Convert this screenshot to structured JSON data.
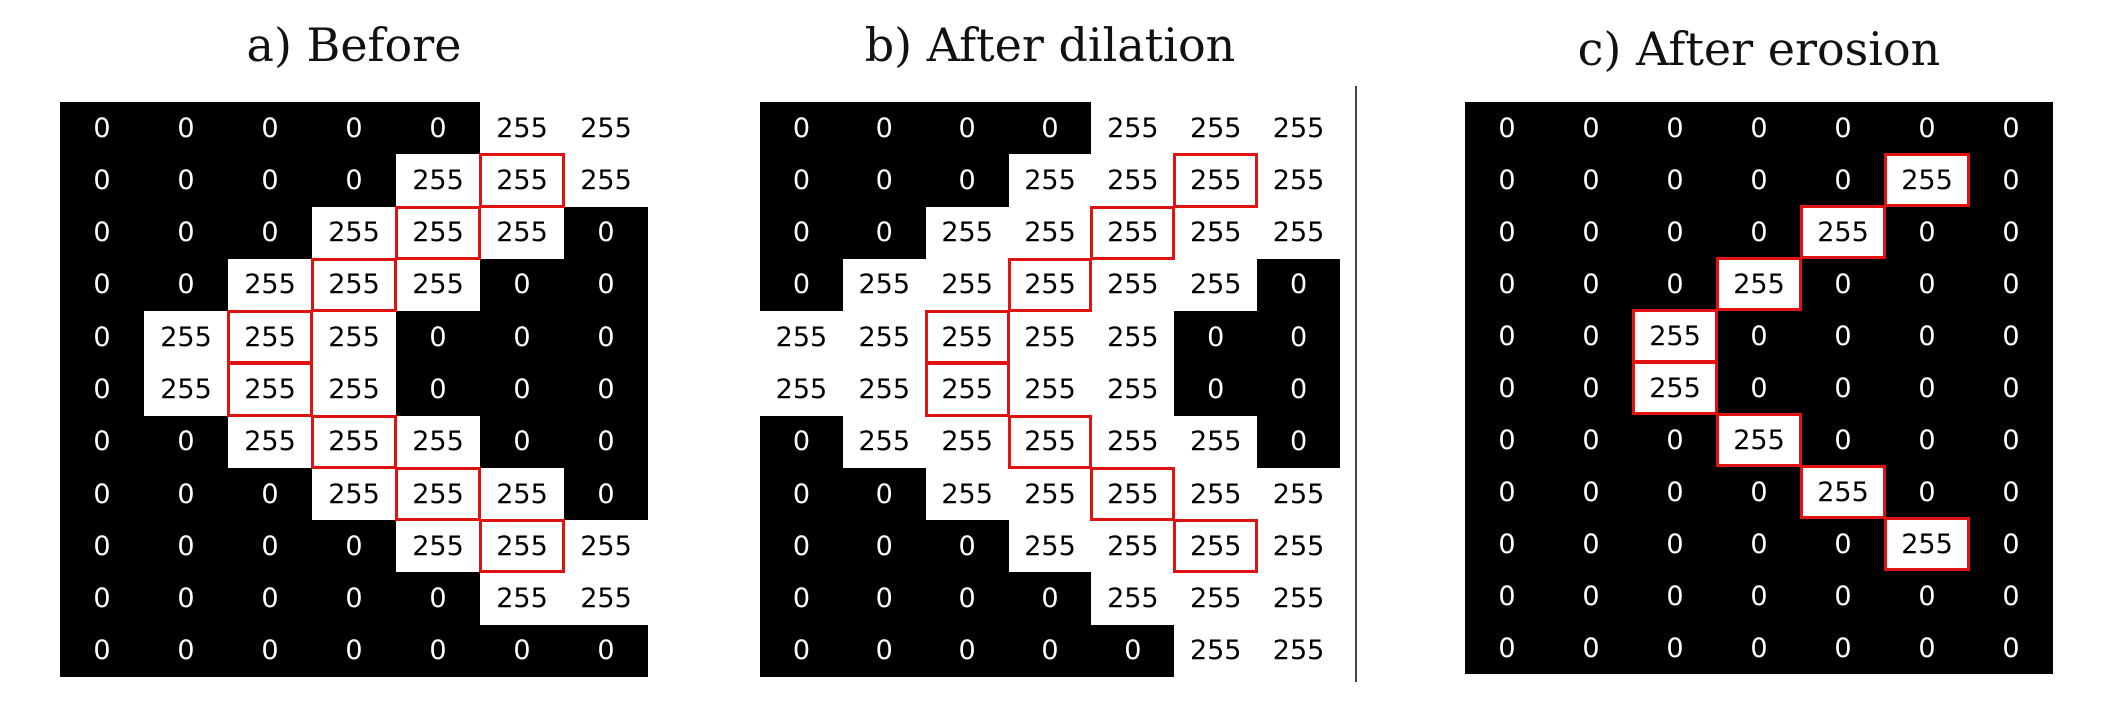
{
  "panels": [
    {
      "title": "a) Before",
      "cells": [
        [
          "0",
          "0",
          "0",
          "0",
          "0",
          "255",
          "255"
        ],
        [
          "0",
          "0",
          "0",
          "0",
          "255",
          "255",
          "255"
        ],
        [
          "0",
          "0",
          "0",
          "255",
          "255",
          "255",
          "0"
        ],
        [
          "0",
          "0",
          "255",
          "255",
          "255",
          "0",
          "0"
        ],
        [
          "0",
          "255",
          "255",
          "255",
          "0",
          "0",
          "0"
        ],
        [
          "0",
          "255",
          "255",
          "255",
          "0",
          "0",
          "0"
        ],
        [
          "0",
          "0",
          "255",
          "255",
          "255",
          "0",
          "0"
        ],
        [
          "0",
          "0",
          "0",
          "255",
          "255",
          "255",
          "0"
        ],
        [
          "0",
          "0",
          "0",
          "0",
          "255",
          "255",
          "255"
        ],
        [
          "0",
          "0",
          "0",
          "0",
          "0",
          "255",
          "255"
        ],
        [
          "0",
          "0",
          "0",
          "0",
          "0",
          "0",
          "0"
        ]
      ],
      "highlighted": [
        [
          1,
          5
        ],
        [
          2,
          4
        ],
        [
          3,
          3
        ],
        [
          4,
          2
        ],
        [
          5,
          2
        ],
        [
          6,
          3
        ],
        [
          7,
          4
        ],
        [
          8,
          5
        ]
      ]
    },
    {
      "title": "b) After dilation",
      "cells": [
        [
          "0",
          "0",
          "0",
          "0",
          "255",
          "255",
          "255"
        ],
        [
          "0",
          "0",
          "0",
          "255",
          "255",
          "255",
          "255"
        ],
        [
          "0",
          "0",
          "255",
          "255",
          "255",
          "255",
          "255"
        ],
        [
          "0",
          "255",
          "255",
          "255",
          "255",
          "255",
          "0"
        ],
        [
          "255",
          "255",
          "255",
          "255",
          "255",
          "0",
          "0"
        ],
        [
          "255",
          "255",
          "255",
          "255",
          "255",
          "0",
          "0"
        ],
        [
          "0",
          "255",
          "255",
          "255",
          "255",
          "255",
          "0"
        ],
        [
          "0",
          "0",
          "255",
          "255",
          "255",
          "255",
          "255"
        ],
        [
          "0",
          "0",
          "0",
          "255",
          "255",
          "255",
          "255"
        ],
        [
          "0",
          "0",
          "0",
          "0",
          "255",
          "255",
          "255"
        ],
        [
          "0",
          "0",
          "0",
          "0",
          "0",
          "255",
          "255"
        ]
      ],
      "highlighted": [
        [
          1,
          5
        ],
        [
          2,
          4
        ],
        [
          3,
          3
        ],
        [
          4,
          2
        ],
        [
          5,
          2
        ],
        [
          6,
          3
        ],
        [
          7,
          4
        ],
        [
          8,
          5
        ]
      ]
    },
    {
      "title": "c) After erosion",
      "cells": [
        [
          "0",
          "0",
          "0",
          "0",
          "0",
          "0",
          "0"
        ],
        [
          "0",
          "0",
          "0",
          "0",
          "0",
          "255",
          "0"
        ],
        [
          "0",
          "0",
          "0",
          "0",
          "255",
          "0",
          "0"
        ],
        [
          "0",
          "0",
          "0",
          "255",
          "0",
          "0",
          "0"
        ],
        [
          "0",
          "0",
          "255",
          "0",
          "0",
          "0",
          "0"
        ],
        [
          "0",
          "0",
          "255",
          "0",
          "0",
          "0",
          "0"
        ],
        [
          "0",
          "0",
          "0",
          "255",
          "0",
          "0",
          "0"
        ],
        [
          "0",
          "0",
          "0",
          "0",
          "255",
          "0",
          "0"
        ],
        [
          "0",
          "0",
          "0",
          "0",
          "0",
          "255",
          "0"
        ],
        [
          "0",
          "0",
          "0",
          "0",
          "0",
          "0",
          "0"
        ],
        [
          "0",
          "0",
          "0",
          "0",
          "0",
          "0",
          "0"
        ]
      ],
      "highlighted": [
        [
          1,
          5
        ],
        [
          2,
          4
        ],
        [
          3,
          3
        ],
        [
          4,
          2
        ],
        [
          5,
          2
        ],
        [
          6,
          3
        ],
        [
          7,
          4
        ],
        [
          8,
          5
        ]
      ]
    }
  ],
  "colors": {
    "background": "#000000",
    "foreground": "#ffffff",
    "highlight": "#e01212"
  }
}
